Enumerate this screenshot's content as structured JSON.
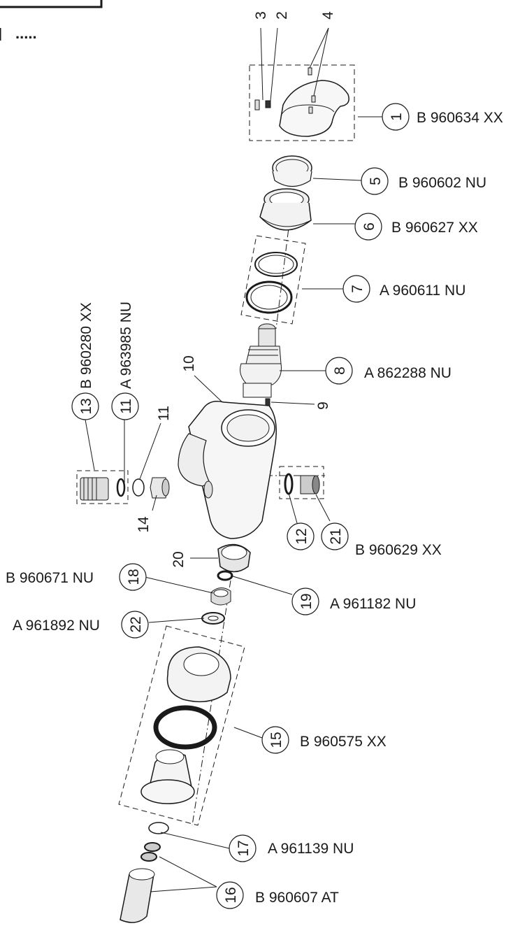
{
  "callouts": [
    {
      "id": "1",
      "part": "B 960634 XX"
    },
    {
      "id": "2",
      "part": ""
    },
    {
      "id": "3",
      "part": ""
    },
    {
      "id": "4",
      "part": ""
    },
    {
      "id": "5",
      "part": "B 960602 NU"
    },
    {
      "id": "6",
      "part": "B 960627 XX"
    },
    {
      "id": "7",
      "part": "A 960611 NU"
    },
    {
      "id": "8",
      "part": "A 862288 NU"
    },
    {
      "id": "9",
      "part": ""
    },
    {
      "id": "10",
      "part": ""
    },
    {
      "id": "11",
      "part": ""
    },
    {
      "id": "12",
      "part": "A 963985 NU"
    },
    {
      "id": "13",
      "part": "B 960280 XX"
    },
    {
      "id": "14",
      "part": ""
    },
    {
      "id": "15",
      "part": "B 960575 XX"
    },
    {
      "id": "16",
      "part": "B 960607 AT"
    },
    {
      "id": "17",
      "part": "A 961139 NU"
    },
    {
      "id": "18",
      "part": "B 960671 NU"
    },
    {
      "id": "19",
      "part": "A 961182 NU"
    },
    {
      "id": "20",
      "part": ""
    },
    {
      "id": "21",
      "part": "B 960629 XX"
    },
    {
      "id": "22",
      "part": "A 961892 NU"
    },
    {
      "id": "12",
      "part": ""
    }
  ],
  "header_fragment": "....."
}
